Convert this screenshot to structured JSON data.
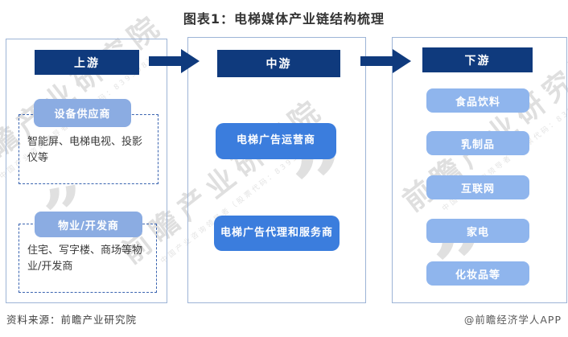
{
  "title": "图表1：电梯媒体产业链结构梳理",
  "columns": [
    {
      "header": "上游",
      "groups": [
        {
          "label": "设备供应商",
          "desc": "智能屏、电梯电视、投影仪等"
        },
        {
          "label": "物业/开发商",
          "desc": "住宅、写字楼、商场等物业/开发商"
        }
      ]
    },
    {
      "header": "中游",
      "boxes": [
        "电梯广告运营商",
        "电梯广告代理和服务商"
      ]
    },
    {
      "header": "下游",
      "boxes": [
        "食品饮料",
        "乳制品",
        "互联网",
        "家电",
        "化妆品等"
      ]
    }
  ],
  "footer": {
    "source": "资料来源：前瞻产业研究院",
    "credit": "@前瞻经济学人APP"
  },
  "watermark": {
    "text": "前瞻产业研究院",
    "subtext": "中国产业咨询领导者（股票代码：839598）",
    "logo_glyph": "”"
  },
  "colors": {
    "navy": "#0F3A7D",
    "mid_blue": "#3B7DDD",
    "light_blue_upstream": "#8BACE2",
    "light_blue_downstream": "#8FB5ED",
    "outer_border": "#9DB4D6",
    "dashed_border": "#3A64B0"
  }
}
